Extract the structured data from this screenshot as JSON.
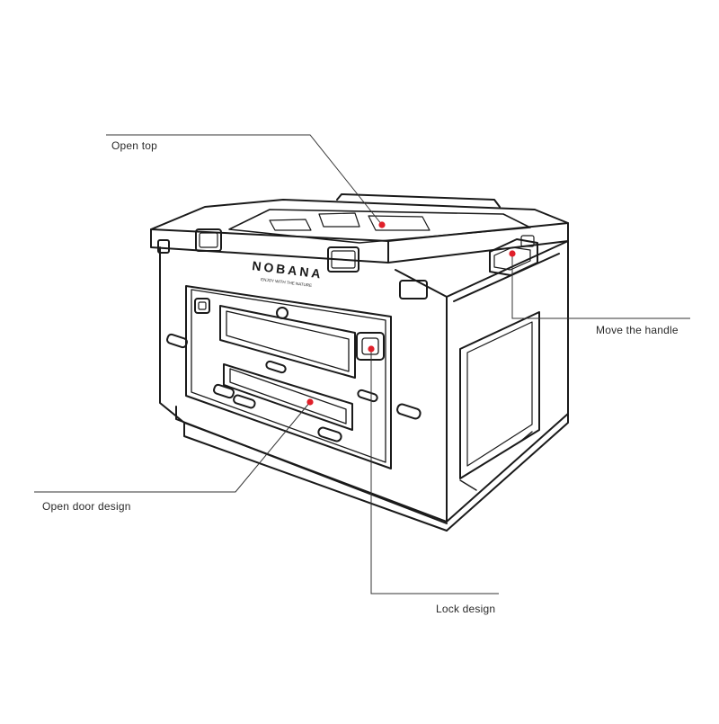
{
  "brand": {
    "name": "NOBANA",
    "tagline": "ENJOY WITH THE NATURE"
  },
  "callouts": {
    "open_top": "Open top",
    "move_handle": "Move the handle",
    "open_door": "Open door design",
    "lock": "Lock design"
  },
  "colors": {
    "line": "#1a1a1a",
    "leader": "#333333",
    "marker": "#e0202a",
    "background": "#ffffff"
  }
}
